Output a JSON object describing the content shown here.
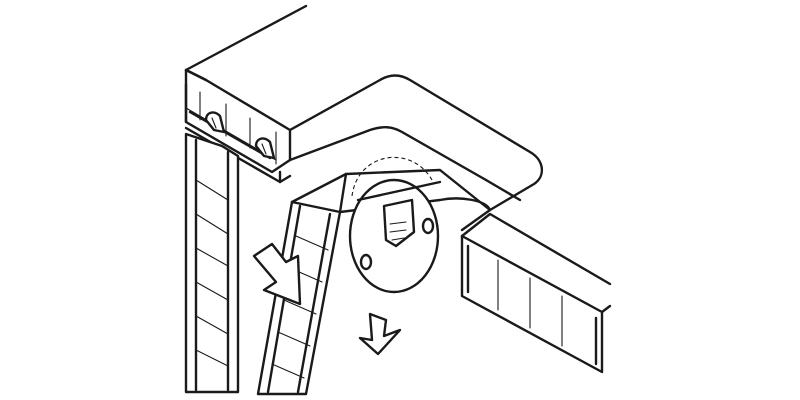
{
  "diagram": {
    "kind": "isometric assembly instruction (line drawing)",
    "colors": {
      "line": "#1a1a1a",
      "background": "#ffffff"
    },
    "parts": [
      "top-rail-profile",
      "rail-slot-clips",
      "worktop-surface",
      "left-side-panel",
      "moving-side-panel",
      "corner-connector-fitting",
      "right-rail-profile"
    ],
    "arrows": [
      {
        "name": "insert-direction-arrow",
        "icon": "arrow-right-down"
      },
      {
        "name": "push-down-arrow",
        "icon": "arrow-down"
      }
    ]
  }
}
